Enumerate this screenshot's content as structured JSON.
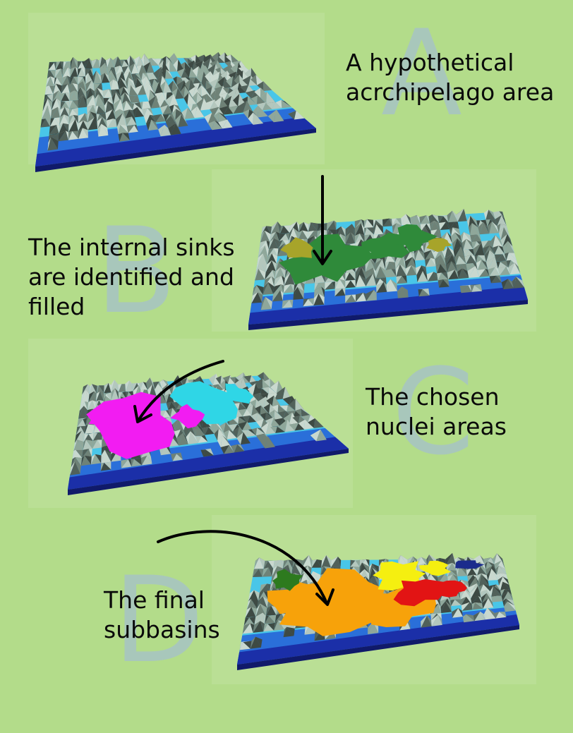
{
  "panels": [
    {
      "letter": "A",
      "caption": [
        "A hypothetical",
        "acrchipelago area"
      ],
      "overlay": "none",
      "colors": [
        "#3da7e6"
      ]
    },
    {
      "letter": "B",
      "caption": [
        "The internal sinks",
        "are identified and",
        "filled"
      ],
      "overlay": "sinks",
      "colors": [
        "#2f8a3a",
        "#a7a42a"
      ]
    },
    {
      "letter": "C",
      "caption": [
        "The chosen",
        "nuclei areas"
      ],
      "overlay": "nuclei",
      "colors": [
        "#f21cf2",
        "#2fd6e6"
      ]
    },
    {
      "letter": "D",
      "caption": [
        "The final",
        "subbasins"
      ],
      "overlay": "subbasins",
      "colors": [
        "#f7a20a",
        "#f5ef10",
        "#e21414",
        "#2d7a1e",
        "#1b2c8c"
      ]
    }
  ],
  "palette": {
    "background": "#b3dc8a",
    "sea_deep": "#1b2fa8",
    "sea_mid": "#2a6fd9",
    "sea_shallow": "#49c6e8",
    "land": "#8fa79a",
    "land_light": "#c9d8cf",
    "land_dark": "#3e4a44"
  }
}
